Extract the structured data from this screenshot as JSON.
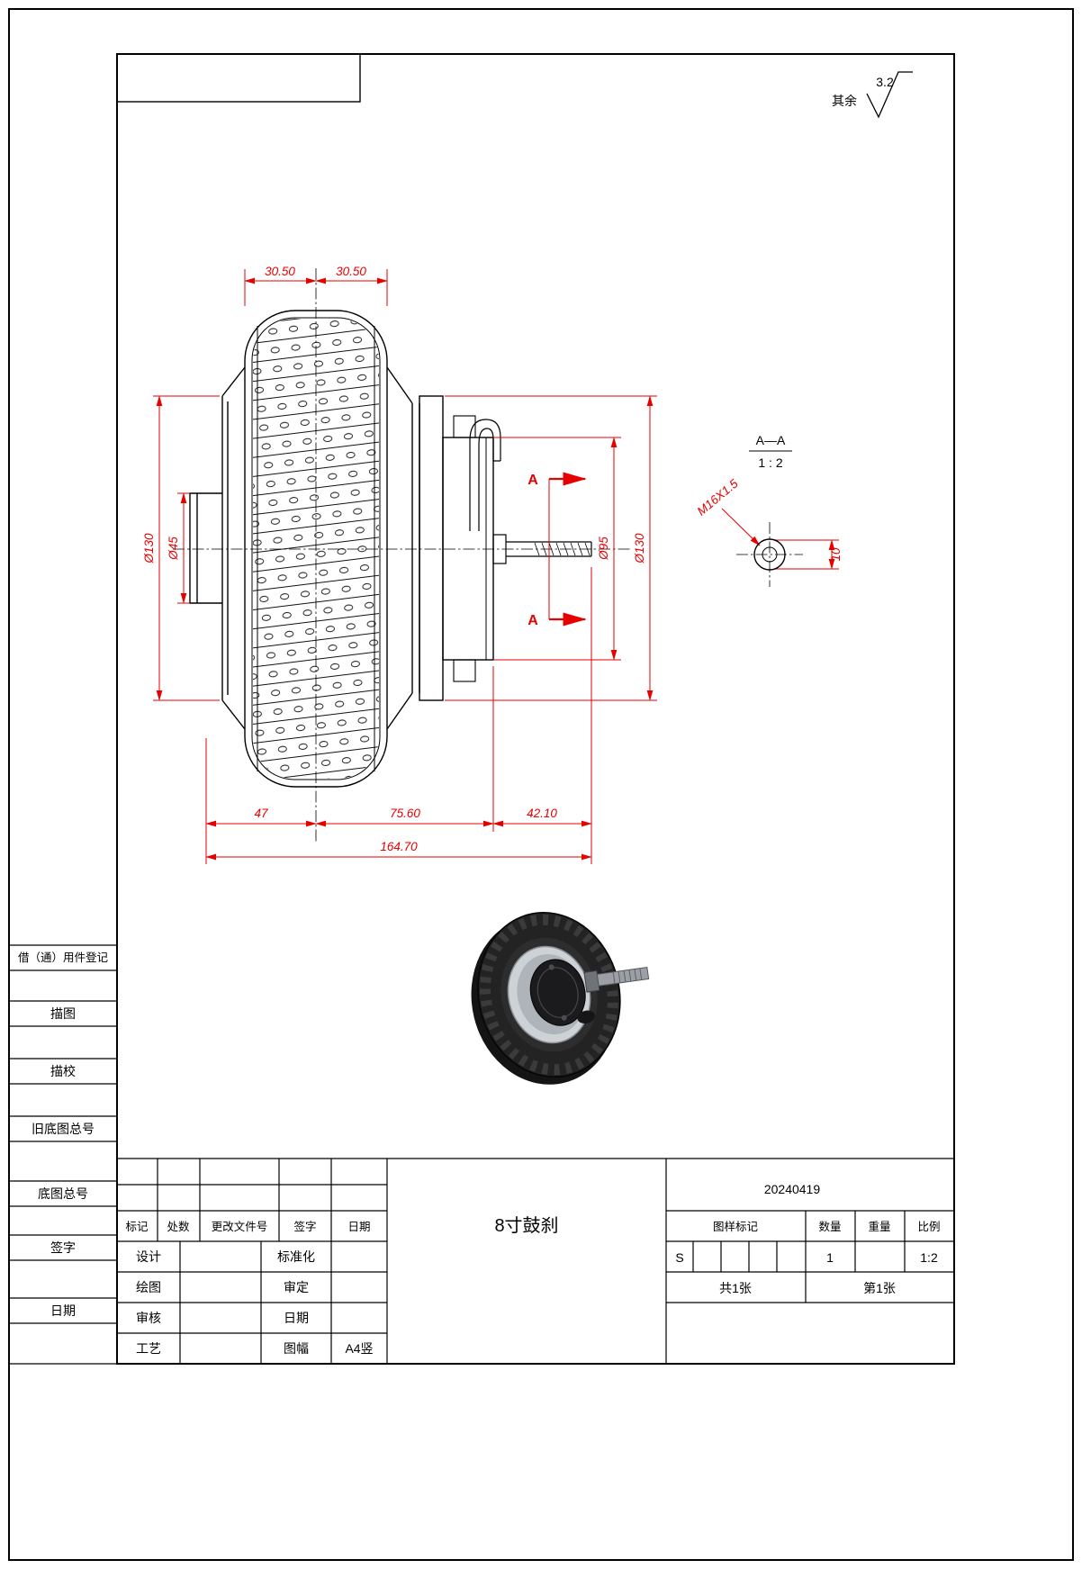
{
  "sheet": {
    "surface_note": "其余",
    "surface_roughness": "3.2"
  },
  "left_column": {
    "labels": [
      "借（通）用件登记",
      "描图",
      "描校",
      "旧底图总号",
      "底图总号",
      "签字",
      "日期"
    ]
  },
  "drawing": {
    "dims": {
      "top_left_width": "30.50",
      "top_right_width": "30.50",
      "dia_left_outer": "Ø130",
      "dia_hub": "Ø45",
      "dia_brake": "Ø95",
      "dia_right_outer": "Ø130",
      "bottom_left": "47",
      "bottom_mid": "75.60",
      "bottom_right": "42.10",
      "bottom_total": "164.70",
      "axle_flats": "10",
      "thread": "M16X1.5"
    },
    "section": {
      "mark": "A",
      "title": "A—A",
      "scale": "1 : 2"
    }
  },
  "title_block": {
    "part_name": "8寸鼓刹",
    "date_code": "20240419",
    "revision_header": {
      "mark": "标记",
      "count": "处数",
      "doc_no": "更改文件号",
      "sign": "签字",
      "date": "日期"
    },
    "roles": {
      "design": "设计",
      "draw": "绘图",
      "check": "审核",
      "process": "工艺",
      "standardize": "标准化",
      "approve": "审定",
      "date": "日期",
      "format": "图幅",
      "format_value": "A4竖"
    },
    "right": {
      "sample_mark": "图样标记",
      "qty_label": "数量",
      "weight_label": "重量",
      "scale_label": "比例",
      "stage": "S",
      "qty": "1",
      "scale": "1:2",
      "sheets_total": "共1张",
      "sheet_no": "第1张"
    }
  }
}
